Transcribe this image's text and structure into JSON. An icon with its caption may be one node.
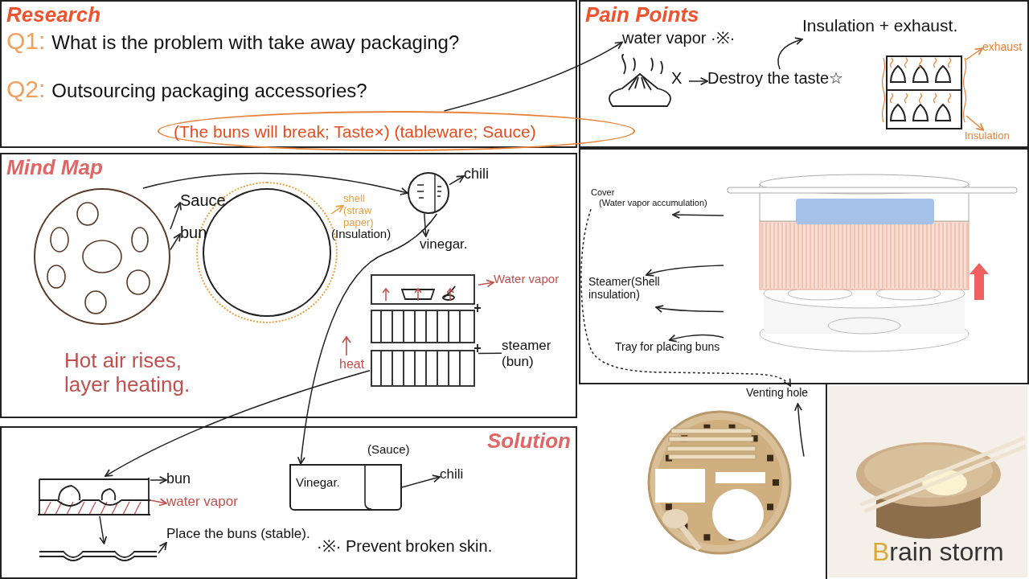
{
  "diagram": {
    "nodes": [
      {
        "text": [
          "Research"
        ]
      },
      {
        "text": [
          "Q1:",
          "What is the problem with take away packaging?"
        ],
        "in": 0
      },
      {
        "text": [
          "Q2:",
          "Outsourcing packaging accessories?"
        ],
        "in": 0
      },
      {
        "text": [
          "(The buns will break; Taste×) (tableware; Sauce)"
        ]
      },
      {
        "text": [
          "Pain Points"
        ]
      },
      {
        "text": [
          "water vapor ·※·"
        ],
        "in": 4
      },
      {
        "text": [
          "X"
        ],
        "in": 4
      },
      {
        "text": [
          "Destroy the taste☆"
        ],
        "in": 4
      },
      {
        "text": [
          "Insulation + exhaust."
        ],
        "in": 4
      },
      {
        "text": [],
        "shape": "picture",
        "in": 4
      },
      {
        "text": [
          "exhaust"
        ],
        "in": 4
      },
      {
        "text": [
          "Insulation"
        ],
        "in": 4
      },
      {
        "text": [
          "Mind Map"
        ]
      },
      {
        "text": [],
        "shape": "circle",
        "in": 12
      },
      {
        "text": [
          "Sauce"
        ],
        "in": 12
      },
      {
        "text": [
          "bun"
        ],
        "in": 12
      },
      {
        "text": [],
        "shape": "circle",
        "in": 12
      },
      {
        "text": [
          "shell (straw paper)"
        ],
        "in": 12
      },
      {
        "text": [],
        "shape": "circle",
        "in": 12
      },
      {
        "text": [
          "chili"
        ],
        "in": 12
      },
      {
        "text": [
          "vinegar."
        ],
        "in": 12
      },
      {
        "text": [],
        "shape": "picture",
        "in": 12
      },
      {
        "text": [
          "Water vapor"
        ],
        "in": 12
      },
      {
        "text": [
          "steamer (bun)"
        ],
        "in": 12
      },
      {
        "text": [
          "Solution"
        ]
      },
      {
        "text": [],
        "shape": "picture",
        "in": 24
      },
      {
        "text": [
          "bun"
        ],
        "in": 24
      },
      {
        "text": [
          "water vapor"
        ],
        "in": 24
      },
      {
        "text": [
          "Vinegar."
        ],
        "beside": [
          "(Sauce)"
        ],
        "in": 24
      },
      {
        "text": [
          "chili"
        ],
        "in": 24
      },
      {
        "text": [],
        "shape": "picture",
        "in": 24
      },
      {
        "text": [
          "Place the buns (stable)."
        ],
        "in": 24
      },
      {
        "text": [],
        "shape": "picture"
      },
      {
        "text": [
          "Cover",
          "(Water vapor accumulation)"
        ]
      },
      {
        "text": [
          "Steamer(Shell insulation)"
        ]
      },
      {
        "text": [
          "Tray for placing buns"
        ]
      },
      {
        "text": [
          "Venting hole"
        ]
      },
      {
        "text": [],
        "shape": "picture"
      },
      {
        "text": [],
        "shape": "picture"
      }
    ],
    "edges": [
      {
        "from": 3,
        "to": 5,
        "arrow": "to"
      },
      {
        "from": 6,
        "to": 7,
        "arrow": "to"
      },
      {
        "from": 7,
        "to": 8,
        "arrow": "to"
      },
      {
        "from": 9,
        "to": 10,
        "arrow": "to",
        "color": "#e8823a"
      },
      {
        "from": 9,
        "to": 11,
        "arrow": "to",
        "color": "#e8823a"
      },
      {
        "from": 13,
        "to": 14,
        "arrow": "to"
      },
      {
        "from": 13,
        "to": 15,
        "arrow": "to"
      },
      {
        "from": 13,
        "to": 18,
        "arrow": "to"
      },
      {
        "from": 16,
        "to": 17,
        "arrow": "to",
        "color": "#e8a040"
      },
      {
        "from": 18,
        "to": 19,
        "arrow": "to"
      },
      {
        "from": 18,
        "to": 20,
        "arrow": "to"
      },
      {
        "from": 21,
        "to": 22,
        "arrow": "to",
        "color": "#c0504d"
      },
      {
        "from": 21,
        "to": 23,
        "arrow": "none"
      },
      {
        "from": 18,
        "to": 28,
        "arrow": "to"
      },
      {
        "from": 21,
        "to": 25,
        "arrow": "to"
      },
      {
        "from": 25,
        "to": 26,
        "arrow": "to"
      },
      {
        "from": 25,
        "to": 27,
        "arrow": "to",
        "color": "#c0504d"
      },
      {
        "from": 25,
        "to": 30,
        "arrow": "to"
      },
      {
        "from": 30,
        "to": 31,
        "arrow": "to"
      },
      {
        "from": 28,
        "to": 29,
        "arrow": "to"
      },
      {
        "from": 32,
        "to": 33,
        "arrow": "to"
      },
      {
        "from": 32,
        "to": 34,
        "arrow": "to"
      },
      {
        "from": 32,
        "to": 34,
        "arrow": "to"
      },
      {
        "from": 32,
        "to": 35,
        "arrow": "to"
      },
      {
        "from": 33,
        "to": 36,
        "arrow": "to",
        "style": "dashed"
      },
      {
        "from": 37,
        "to": 36,
        "arrow": "to"
      }
    ],
    "labels": [
      "(Insulation)",
      "heat",
      "Hot air rises, layer heating.",
      "·※· Prevent broken skin.",
      "Brain storm"
    ]
  }
}
